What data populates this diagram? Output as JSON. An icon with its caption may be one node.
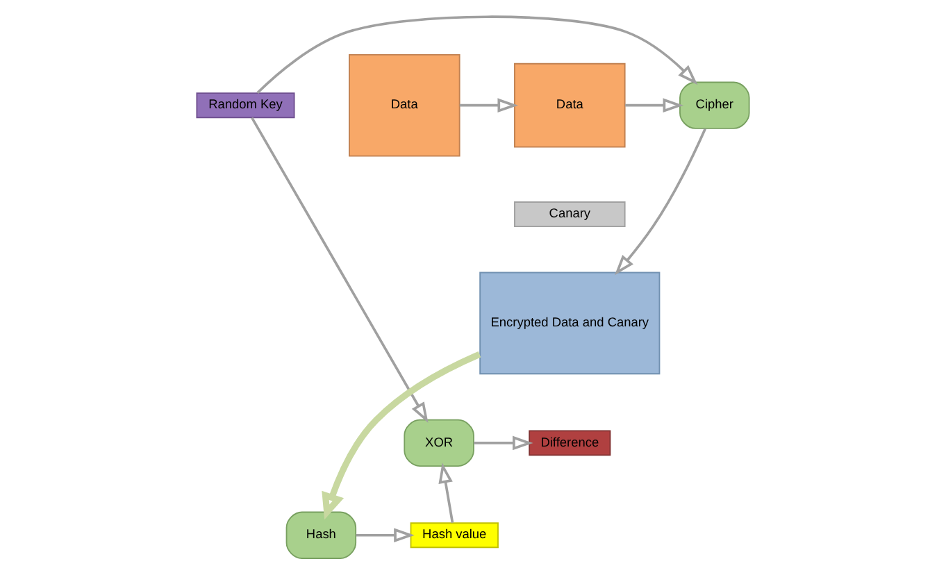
{
  "diagram": {
    "nodes": [
      {
        "text": [
          "Data"
        ]
      },
      {
        "text": [
          "Data"
        ]
      },
      {
        "text": [
          "Canary"
        ]
      },
      {
        "text": [
          "Cipher"
        ]
      },
      {
        "text": [
          "Random Key"
        ]
      },
      {
        "text": [
          "Encrypted Data and Canary"
        ]
      },
      {
        "text": [
          "Difference"
        ]
      },
      {
        "text": [
          "XOR"
        ]
      },
      {
        "text": [
          "Hash"
        ]
      },
      {
        "text": [
          "Hash value"
        ]
      }
    ],
    "edges": [
      {
        "from": 0,
        "to": 1,
        "arrow": "to"
      },
      {
        "from": 1,
        "to": 3,
        "arrow": "to"
      },
      {
        "from": 4,
        "to": 3,
        "arrow": "to"
      },
      {
        "from": 3,
        "to": 5,
        "arrow": "to"
      },
      {
        "from": 5,
        "to": 8,
        "arrow": "to",
        "style": "thick",
        "color": "#c8d8a0"
      },
      {
        "from": 8,
        "to": 9,
        "arrow": "to"
      },
      {
        "from": 9,
        "to": 7,
        "arrow": "to"
      },
      {
        "from": 4,
        "to": 7,
        "arrow": "to"
      },
      {
        "from": 7,
        "to": 6,
        "arrow": "to"
      }
    ]
  }
}
